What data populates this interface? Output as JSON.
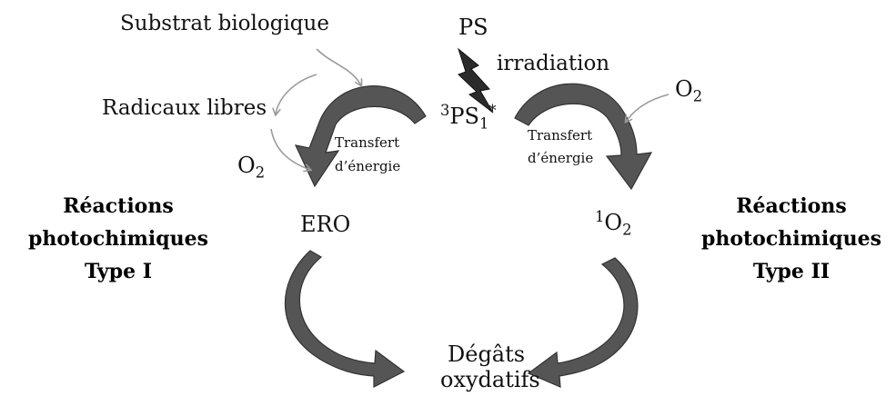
{
  "labels": {
    "substrate": "Substrat biologique",
    "radicals": "Radicaux libres",
    "ps": "PS",
    "irradiation": "irradiation",
    "ps_triplet": {
      "pre": "3",
      "main": "PS",
      "sub": "1",
      "star": "*"
    },
    "o2_left": {
      "main": "O",
      "sub": "2"
    },
    "o2_right": {
      "main": "O",
      "sub": "2"
    },
    "transfer_left": [
      "Transfert",
      "d’énergie"
    ],
    "transfer_right": [
      "Transfert",
      "d’énergie"
    ],
    "ero": "ERO",
    "singlet_o2": {
      "pre": "1",
      "main": "O",
      "sub": "2"
    },
    "damage": [
      "Dégâts",
      "oxydatifs"
    ]
  },
  "titles": {
    "type1": [
      "Réactions",
      "photochimiques",
      "Type I"
    ],
    "type2": [
      "Réactions",
      "photochimiques",
      "Type II"
    ]
  },
  "colors": {
    "arrow_fill": "#555555",
    "arrow_stroke": "#333333",
    "thin_arrow": "#9a9a9a",
    "bolt": "#2b2b2b",
    "text": "#111111"
  }
}
